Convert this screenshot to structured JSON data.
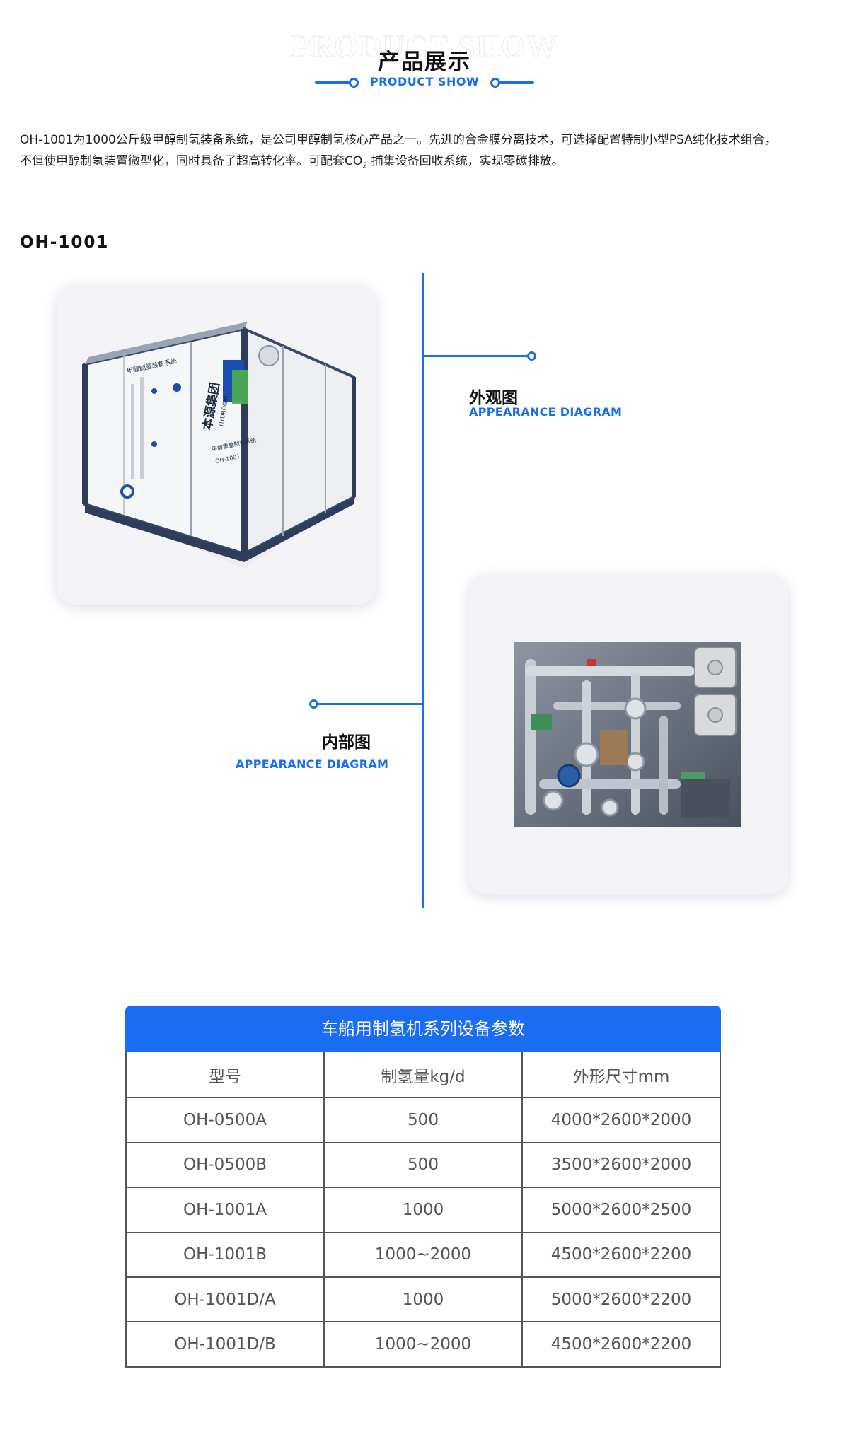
{
  "header": {
    "ghost_text": "PRODUCT SHOW",
    "title": "产品展示",
    "subtitle": "PRODUCT SHOW",
    "accent_color": "#1a6cf0"
  },
  "intro": {
    "line1": "OH-1001为1000公斤级甲醇制氢装备系统，是公司甲醇制氢核心产品之一。先进的合金膜分离技术，可选择配置特制小型PSA纯化技术组合，",
    "line2_pre": "不但使甲醇制氢装置微型化，同时具备了超高转化率。可配套CO",
    "line2_sub": "2",
    "line2_post": " 捕集设备回收系统，实现零碳排放。"
  },
  "model": "OH-1001",
  "diagrams": {
    "exterior": {
      "title": "外观图",
      "subtitle": "APPEARANCE DIAGRAM",
      "panel_text": "甲醇制氢装备系统",
      "brand_name": "本源集团",
      "brand_en": "HYDROGIN",
      "system_label": "甲醇重整制氢系统",
      "model_label": "OH-1001"
    },
    "interior": {
      "title": "内部图",
      "subtitle": "APPEARANCE DIAGRAM"
    }
  },
  "table": {
    "title": "车船用制氢机系列设备参数",
    "headers": [
      "型号",
      "制氢量kg/d",
      "外形尺寸mm"
    ],
    "rows": [
      [
        "OH-0500A",
        "500",
        "4000*2600*2000"
      ],
      [
        "OH-0500B",
        "500",
        "3500*2600*2000"
      ],
      [
        "OH-1001A",
        "1000",
        "5000*2600*2500"
      ],
      [
        "OH-1001B",
        "1000~2000",
        "4500*2600*2200"
      ],
      [
        "OH-1001D/A",
        "1000",
        "5000*2600*2200"
      ],
      [
        "OH-1001D/B",
        "1000~2000",
        "4500*2600*2200"
      ]
    ]
  }
}
